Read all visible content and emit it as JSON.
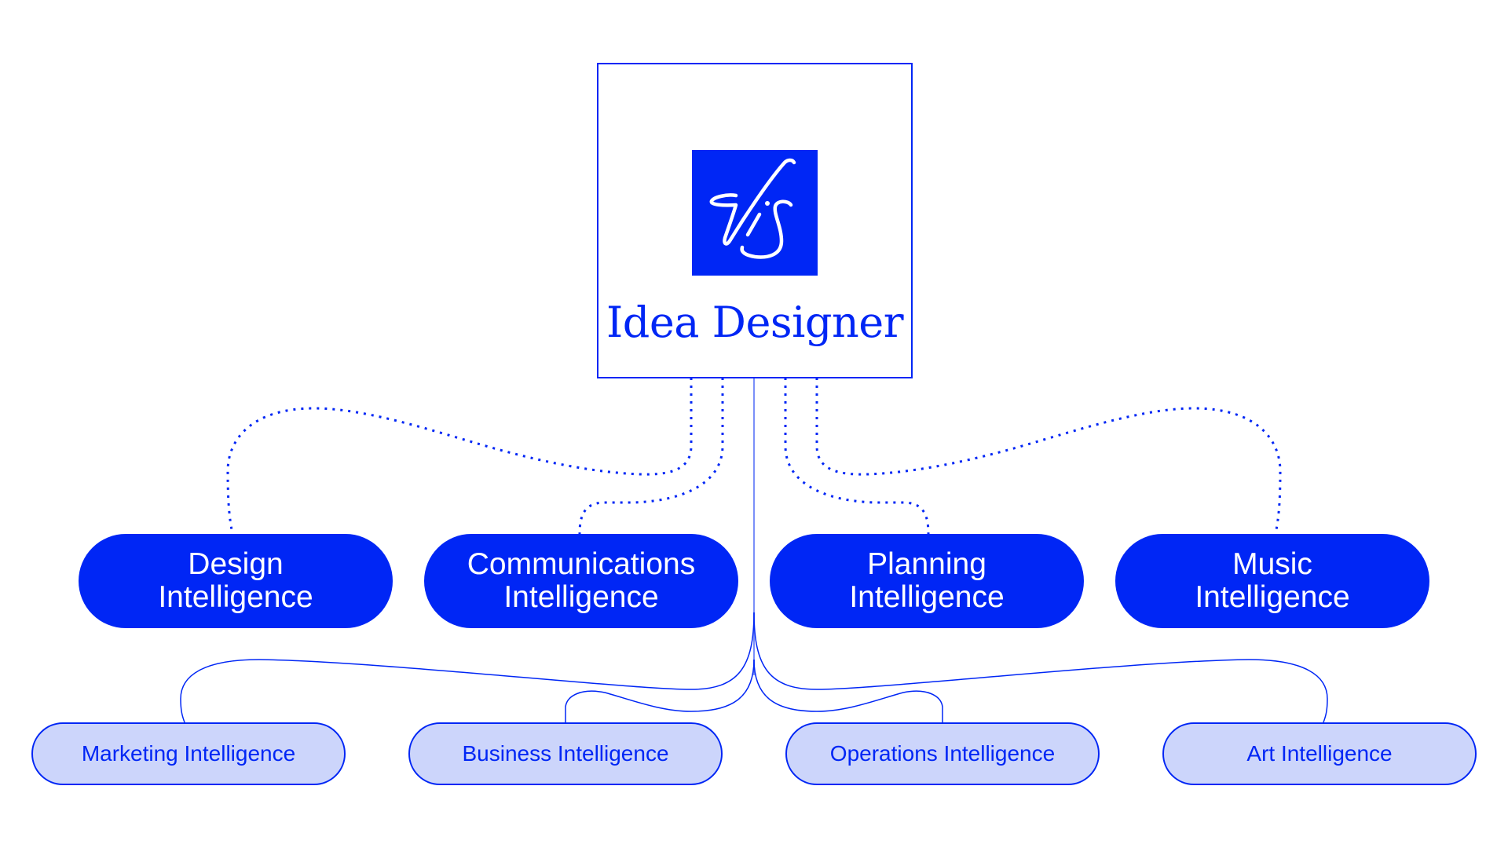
{
  "root": {
    "title": "Idea Designer",
    "logo_icon": "vis-signature-logo"
  },
  "primary_nodes": [
    {
      "line1": "Design",
      "line2": "Intelligence"
    },
    {
      "line1": "Communications",
      "line2": "Intelligence"
    },
    {
      "line1": "Planning",
      "line2": "Intelligence"
    },
    {
      "line1": "Music",
      "line2": "Intelligence"
    }
  ],
  "secondary_nodes": [
    {
      "label": "Marketing Intelligence"
    },
    {
      "label": "Business Intelligence"
    },
    {
      "label": "Operations Intelligence"
    },
    {
      "label": "Art Intelligence"
    }
  ],
  "colors": {
    "accent": "#0026F5",
    "secondary_fill": "#CCD5FB",
    "background": "#FFFFFF"
  },
  "connectors": {
    "primary_style": "dotted",
    "secondary_style": "solid"
  }
}
